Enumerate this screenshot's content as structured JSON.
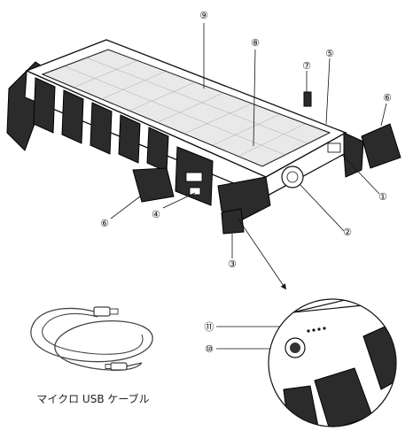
{
  "callouts": [
    {
      "id": "c9",
      "label": "⑨"
    },
    {
      "id": "c8",
      "label": "⑧"
    },
    {
      "id": "c7",
      "label": "⑦"
    },
    {
      "id": "c5",
      "label": "⑤"
    },
    {
      "id": "c6r",
      "label": "⑥"
    },
    {
      "id": "c1",
      "label": "①"
    },
    {
      "id": "c2",
      "label": "②"
    },
    {
      "id": "c3",
      "label": "③"
    },
    {
      "id": "c4",
      "label": "④"
    },
    {
      "id": "c6l",
      "label": "⑥"
    },
    {
      "id": "c11",
      "label": "⑪"
    },
    {
      "id": "c10",
      "label": "⑩"
    }
  ],
  "cable_label": "マイクロ USB ケーブル"
}
